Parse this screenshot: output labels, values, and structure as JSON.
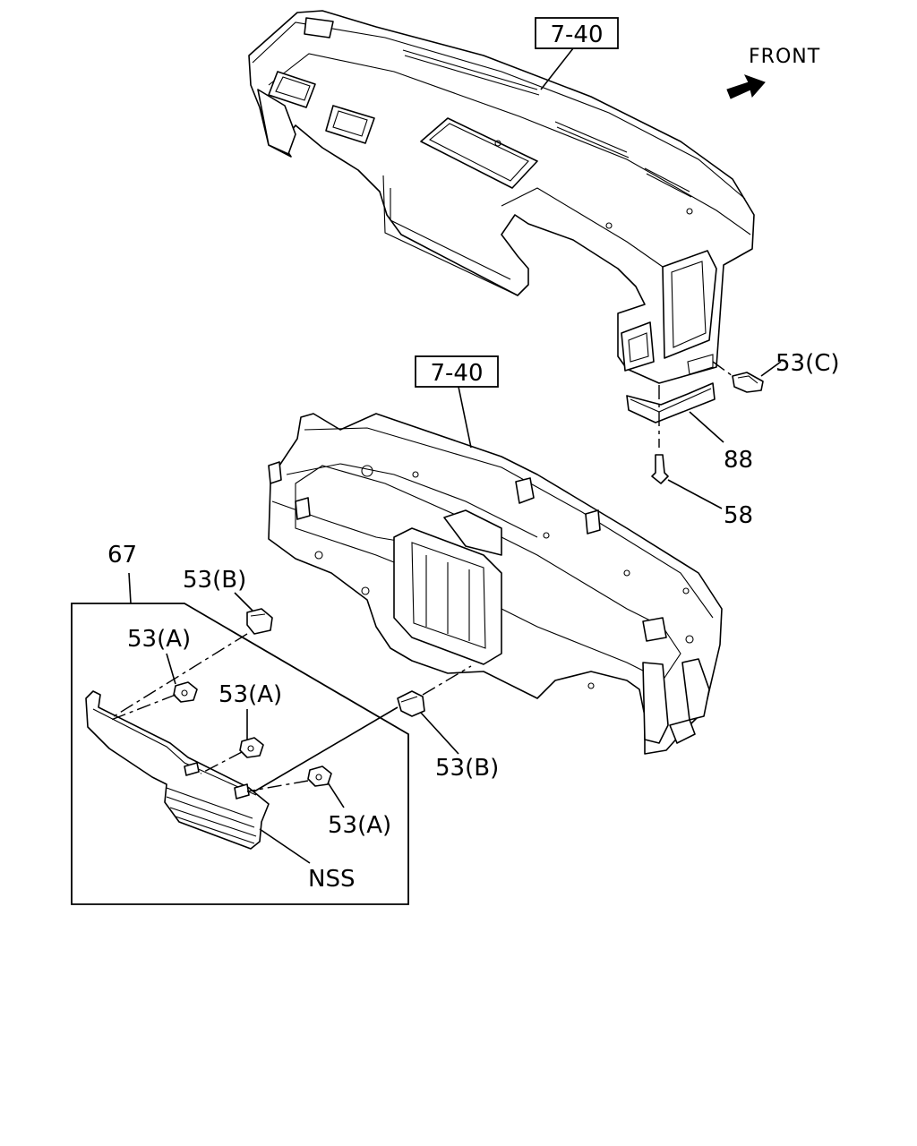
{
  "labels": {
    "ref_upper": "7-40",
    "ref_lower": "7-40",
    "front": "FRONT",
    "p53c": "53(C)",
    "p88": "88",
    "p58": "58",
    "p67": "67",
    "p53b_top": "53(B)",
    "p53a_1": "53(A)",
    "p53a_2": "53(A)",
    "p53b_right": "53(B)",
    "p53a_3": "53(A)",
    "nss": "NSS"
  }
}
